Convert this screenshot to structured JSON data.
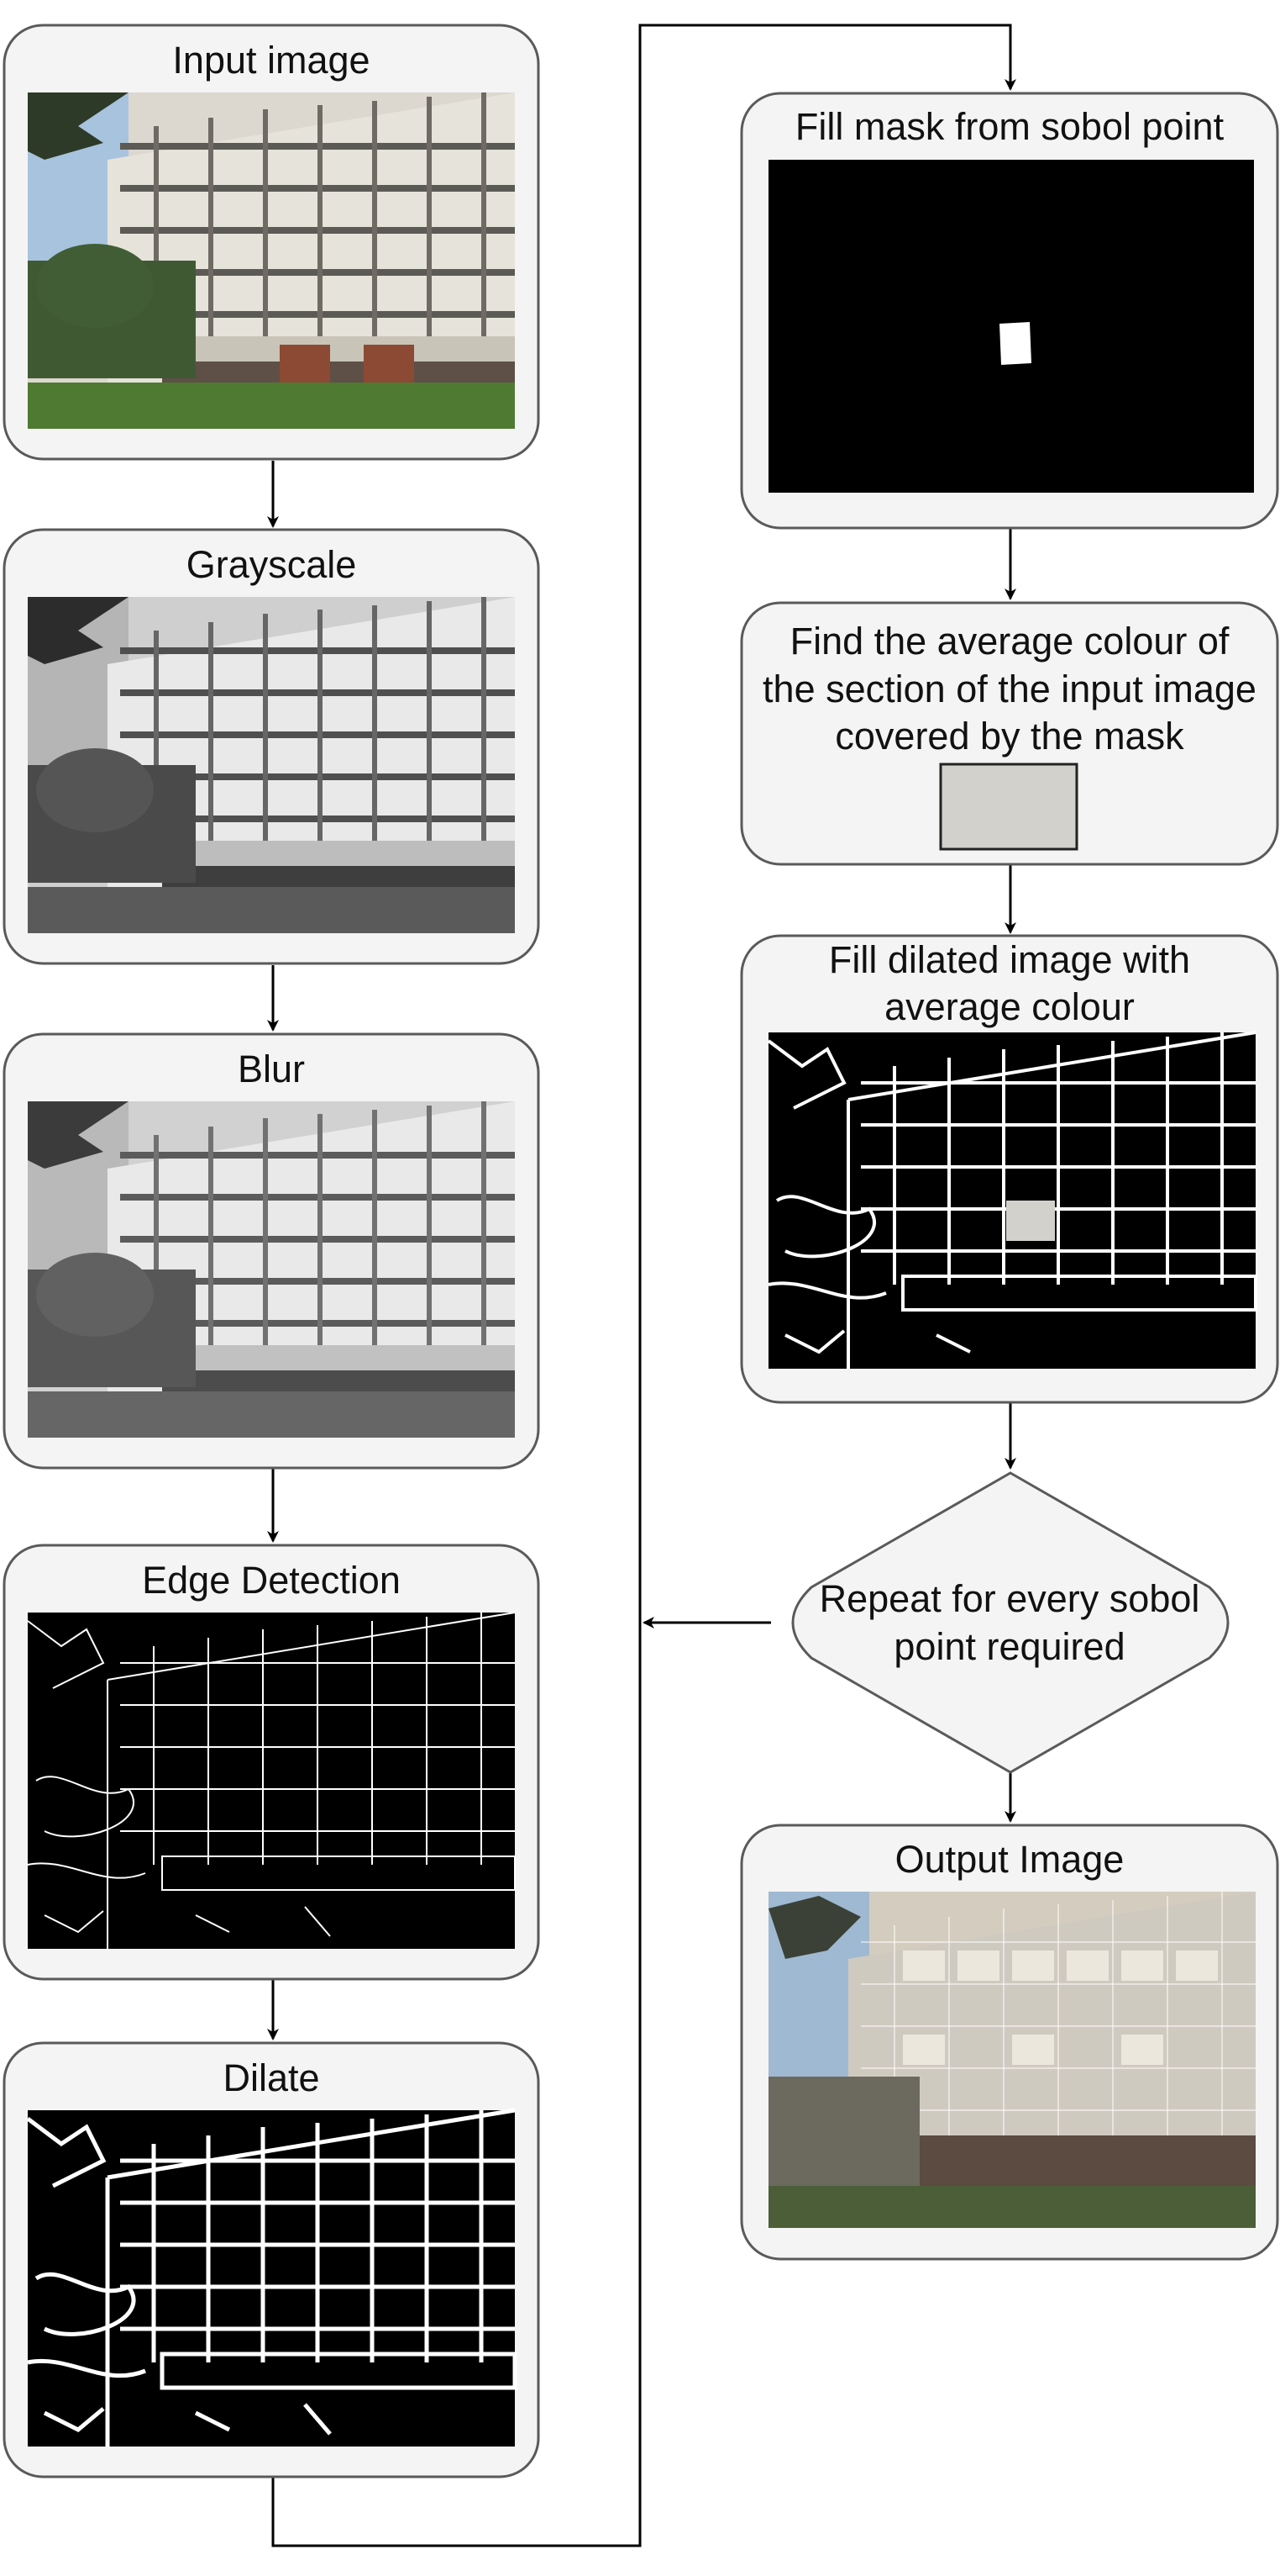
{
  "diagram": {
    "steps": {
      "input_image": "Input image",
      "grayscale": "Grayscale",
      "blur": "Blur",
      "edge_detection": "Edge Detection",
      "dilate": "Dilate",
      "fill_mask": "Fill mask from sobol point",
      "average_colour": [
        "Find the average colour of",
        "the section of the input image",
        "covered by the mask"
      ],
      "fill_dilated": [
        "Fill dilated image with",
        "average colour"
      ],
      "repeat": [
        "Repeat for every sobol",
        "point required"
      ],
      "output_image": "Output Image"
    },
    "colors": {
      "box_fill": "#f4f4f4",
      "box_stroke": "#5a5a5a",
      "arrow": "#000000",
      "average_swatch": "#d3d1cb",
      "sky": "#9fb9d2",
      "grass": "#4b5e38",
      "facade": "#dedbd2"
    },
    "icons": {
      "arrow_head": "arrow-head-icon"
    }
  }
}
